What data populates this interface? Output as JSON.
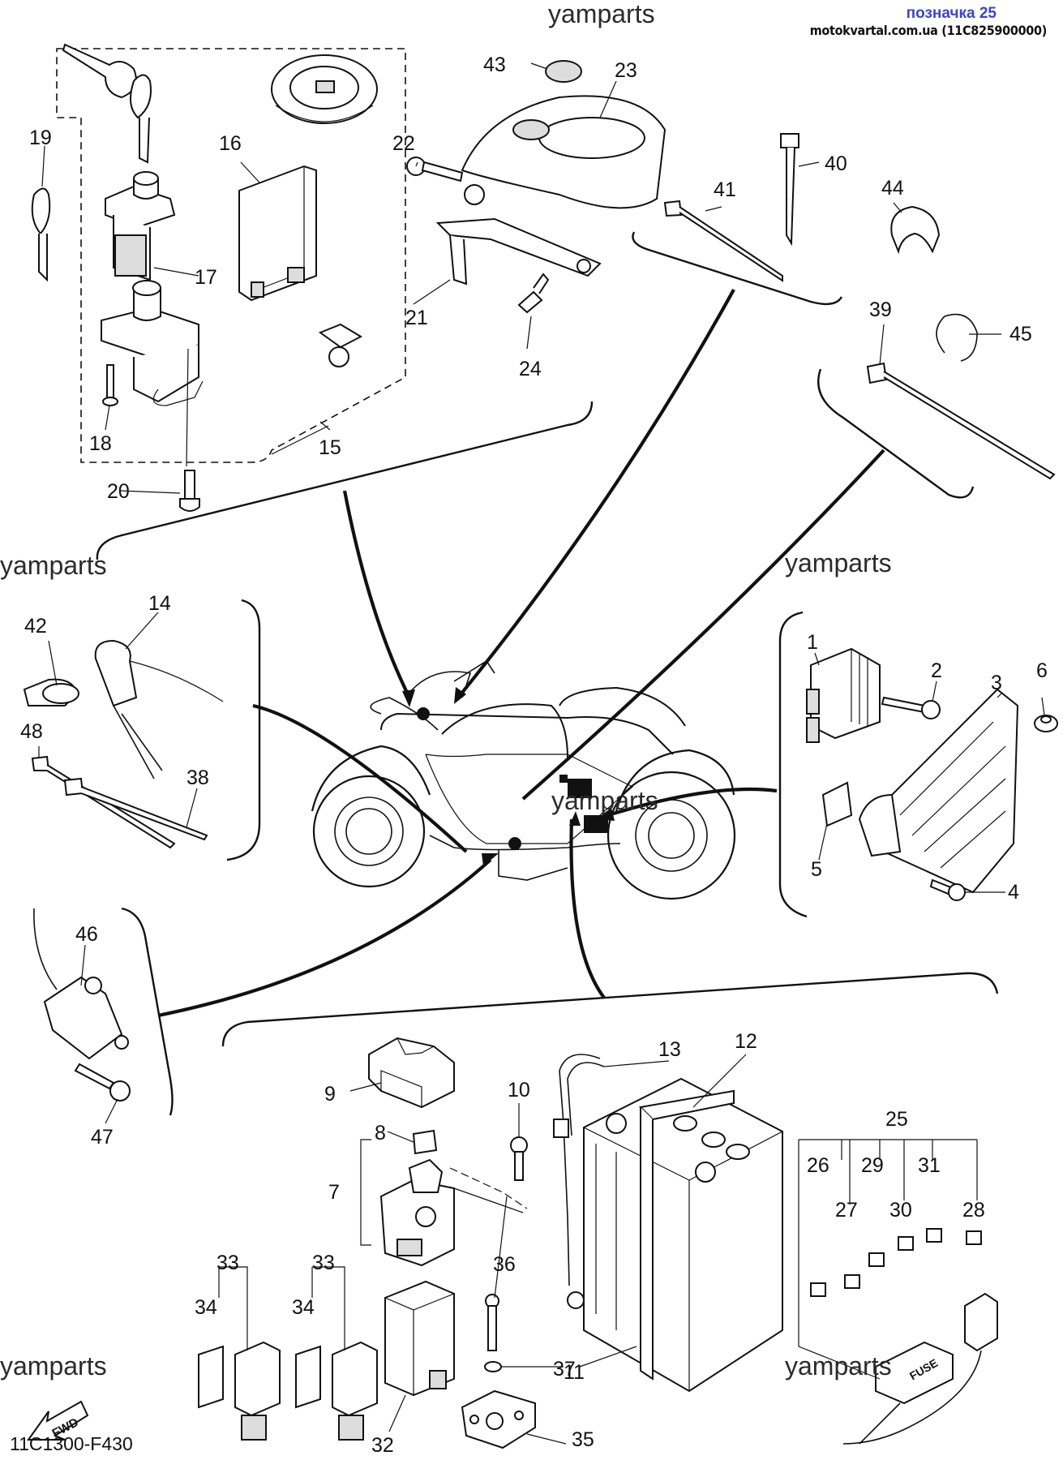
{
  "header": {
    "title": "позначка 25",
    "subtitle": "motokvartal.com.ua (11C825900000)"
  },
  "watermark": "yamparts",
  "diagram_code": "11C1300-F430",
  "fwd_label": "FWD",
  "fuse_label": "FUSE",
  "callouts": [
    "1",
    "2",
    "3",
    "4",
    "5",
    "6",
    "7",
    "8",
    "9",
    "10",
    "11",
    "12",
    "13",
    "14",
    "15",
    "16",
    "17",
    "18",
    "19",
    "20",
    "21",
    "22",
    "23",
    "24",
    "25",
    "26",
    "27",
    "28",
    "29",
    "30",
    "31",
    "32",
    "33",
    "34",
    "35",
    "36",
    "37",
    "38",
    "39",
    "40",
    "41",
    "42",
    "43",
    "44",
    "45",
    "46",
    "47",
    "48"
  ],
  "colors": {
    "header_title": "#3a46c8",
    "line_art": "#111111"
  }
}
